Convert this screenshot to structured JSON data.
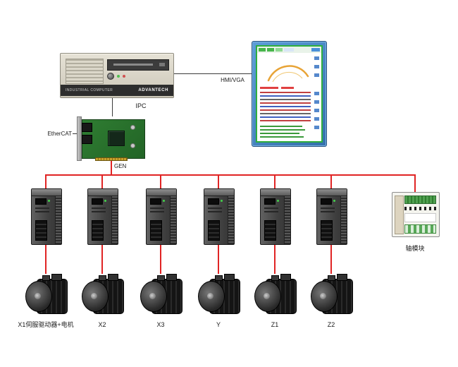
{
  "diagram": {
    "labels": {
      "ipc": "IPC",
      "hmi_vga": "HMI/VGA",
      "ethercat": "EtherCAT",
      "gen": "GEN",
      "axis_module": "轴模块"
    },
    "ipc": {
      "model_text": "INDUSTRIAL COMPUTER",
      "brand": "ADVANTECH"
    },
    "drive_labels": [
      "X1伺服驱动器+电机",
      "X2",
      "X3",
      "Y",
      "Z1",
      "Z2"
    ],
    "colors": {
      "wire_red": "#e02424",
      "wire_black": "#3a3a3a",
      "monitor_frame_blue": "#4b8fd0",
      "screen_border_green": "#2fae3e",
      "pcb_green": "#2f7d32",
      "chassis_beige": "#d6d2c6",
      "drive_gray": "#414141",
      "motor_black": "#1a1a1a"
    }
  }
}
